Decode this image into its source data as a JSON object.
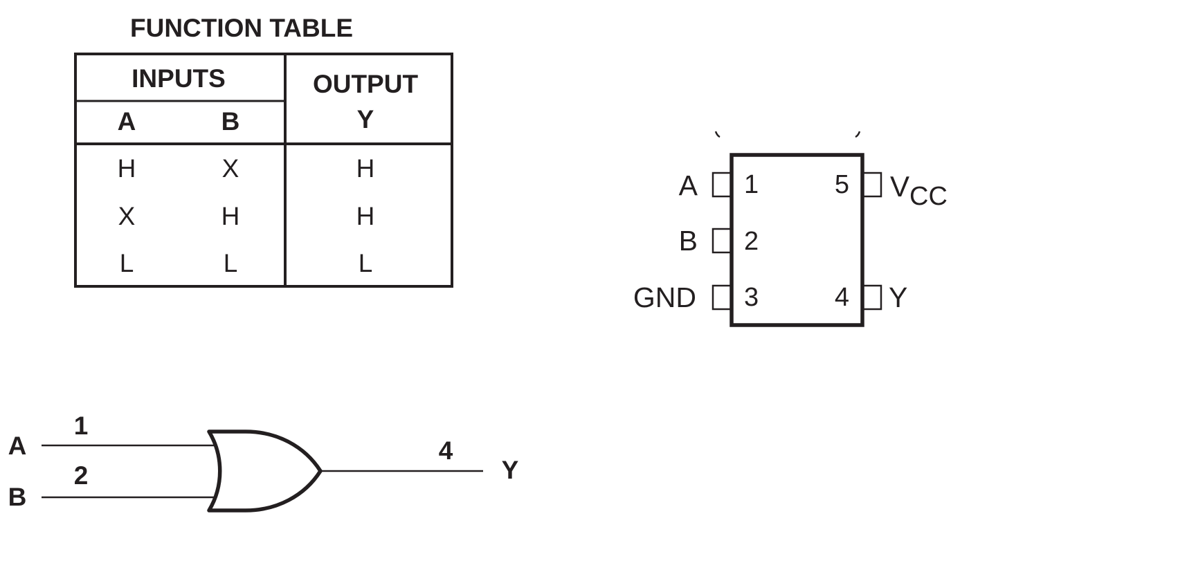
{
  "function_table": {
    "title": "FUNCTION TABLE",
    "inputs_header": "INPUTS",
    "output_header": "OUTPUT",
    "columns": [
      "A",
      "B",
      "Y"
    ],
    "rows": [
      [
        "H",
        "X",
        "H"
      ],
      [
        "X",
        "H",
        "H"
      ],
      [
        "L",
        "L",
        "L"
      ]
    ]
  },
  "package": {
    "left_pins": [
      {
        "name": "A",
        "number": "1"
      },
      {
        "name": "B",
        "number": "2"
      },
      {
        "name": "GND",
        "number": "3"
      }
    ],
    "right_pins": [
      {
        "number": "5",
        "name": "V",
        "subscript": "CC"
      },
      {
        "number": "4",
        "name": "Y"
      }
    ]
  },
  "logic_symbol": {
    "inputs": [
      {
        "name": "A",
        "pin": "1"
      },
      {
        "name": "B",
        "pin": "2"
      }
    ],
    "output": {
      "name": "Y",
      "pin": "4"
    }
  }
}
